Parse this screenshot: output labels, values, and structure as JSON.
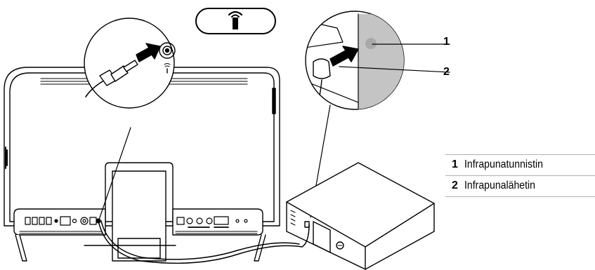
{
  "callouts": [
    {
      "number": "1",
      "label": "Infrapunatunnistin"
    },
    {
      "number": "2",
      "label": "Infrapunalähetin"
    }
  ],
  "icons": [
    "ir-port-icon"
  ]
}
